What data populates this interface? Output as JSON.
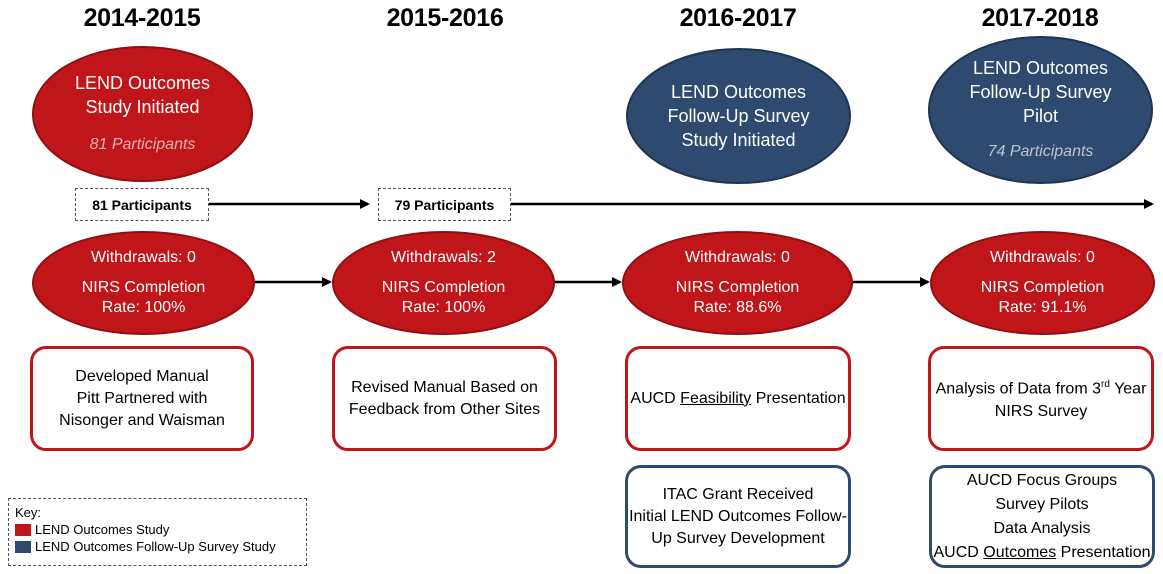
{
  "years": [
    "2014-2015",
    "2015-2016",
    "2016-2017",
    "2017-2018"
  ],
  "milestones": [
    {
      "lines": [
        "LEND Outcomes",
        "Study Initiated"
      ],
      "participants": "81 Participants",
      "study": "LEND Outcomes Study"
    },
    {
      "lines": [
        "LEND Outcomes",
        "Follow-Up Survey",
        "Study Initiated"
      ],
      "participants": "",
      "study": "LEND Outcomes Follow-Up Survey Study"
    },
    {
      "lines": [
        "LEND Outcomes",
        "Follow-Up Survey",
        "Pilot"
      ],
      "participants": "74 Participants",
      "study": "LEND Outcomes Follow-Up Survey Study"
    }
  ],
  "participant_boxes": [
    "81 Participants",
    "79 Participants"
  ],
  "stats": [
    {
      "withdrawals": "Withdrawals: 0",
      "completion_label": "NIRS Completion",
      "rate": "Rate: 100%"
    },
    {
      "withdrawals": "Withdrawals: 2",
      "completion_label": "NIRS Completion",
      "rate": "Rate: 100%"
    },
    {
      "withdrawals": "Withdrawals: 0",
      "completion_label": "NIRS Completion",
      "rate": "Rate: 88.6%"
    },
    {
      "withdrawals": "Withdrawals: 0",
      "completion_label": "NIRS Completion",
      "rate": "Rate: 91.1%"
    }
  ],
  "activities": {
    "y2014": [
      "Developed Manual",
      "Pitt Partnered with",
      "Nisonger and Waisman"
    ],
    "y2015": [
      "Revised Manual Based on",
      "Feedback from Other Sites"
    ],
    "y2016": {
      "prefix": "AUCD ",
      "underlined": "Feasibility",
      "suffix": " Presentation"
    },
    "y2017": {
      "line1_prefix": "Analysis of Data from 3",
      "line1_sup": "rd",
      "line1_suffix": " Year",
      "line2": "NIRS Survey"
    },
    "followup_2016": [
      "ITAC Grant Received",
      "Initial LEND Outcomes Follow-",
      "Up Survey Development"
    ],
    "followup_2017": {
      "lines": [
        "AUCD Focus Groups",
        "Survey Pilots",
        "Data Analysis"
      ],
      "last_prefix": "AUCD ",
      "last_underlined": "Outcomes",
      "last_suffix": " Presentation"
    }
  },
  "key": {
    "title": "Key:",
    "items": [
      {
        "label": "LEND Outcomes Study",
        "color": "#c0161a"
      },
      {
        "label": "LEND Outcomes Follow-Up Survey Study",
        "color": "#2e4a6e"
      }
    ]
  },
  "colors": {
    "red": "#c0161a",
    "navy": "#2e4a6e"
  }
}
